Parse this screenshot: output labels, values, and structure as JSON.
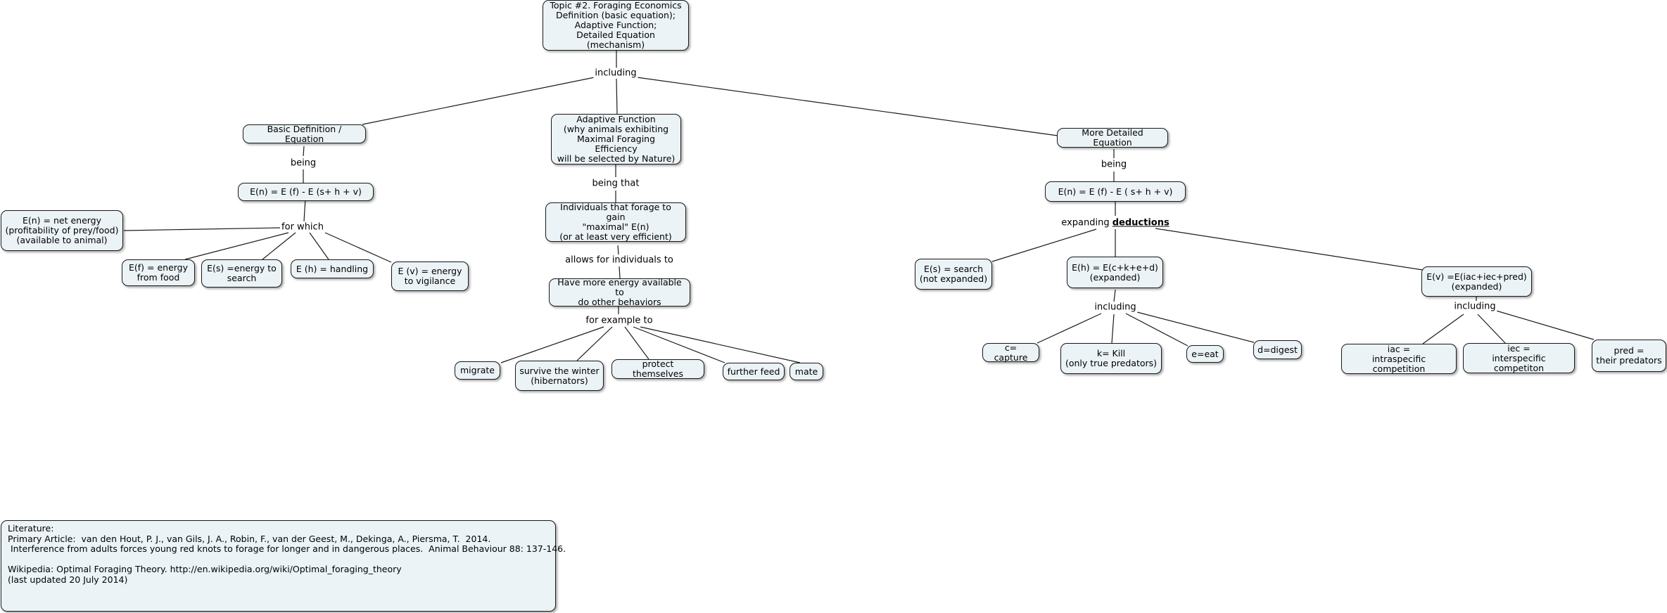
{
  "concept_map": {
    "title_node": "Topic #2. Foraging Economics\nDefinition (basic equation);\nAdaptive Function;\nDetailed Equation (mechanism)",
    "links": {
      "including_top": "including",
      "being_basic": "being",
      "for_which": "for which",
      "being_that": "being that",
      "allows_for": "allows for individuals to",
      "for_example_to": "for example to",
      "being_detailed": "being",
      "expanding_prefix": "expanding ",
      "expanding_bold": "deductions",
      "including_eh": "including",
      "including_ev": "including"
    },
    "nodes": {
      "basic_definition": "Basic Definition / Equation",
      "basic_equation": "E(n) = E (f) - E (s+ h + v)",
      "en_net_energy": "E(n) = net energy\n(profitability of prey/food)\n(available to animal)",
      "ef_energy_food": "E(f) = energy\nfrom food",
      "es_energy_search": "E(s) =energy to\nsearch",
      "eh_handling": "E (h) = handling",
      "ev_vigilance": "E (v) = energy\nto vigilance",
      "adaptive_function": "Adaptive Function\n(why animals exhibiting\nMaximal Foraging Efficiency\nwill be selected by Nature)",
      "individuals_forage": "Individuals that forage to gain\n\"maximal\" E(n)\n(or at least very efficient)",
      "more_energy": "Have more energy available to\ndo other behaviors",
      "migrate": "migrate",
      "survive_winter": "survive the winter\n(hibernators)",
      "protect_themselves": "protect themselves",
      "further_feed": "further feed",
      "mate": "mate",
      "more_detailed": "More Detailed Equation",
      "detailed_equation": "E(n) = E (f) - E ( s+ h + v)",
      "es_search": "E(s) = search\n(not expanded)",
      "eh_expanded": "E(h) = E(c+k+e+d)\n(expanded)",
      "ev_expanded": "E(v) =E(iac+iec+pred)\n(expanded)",
      "c_capture": "c= capture",
      "k_kill": "k= Kill\n(only true predators)",
      "e_eat": "e=eat",
      "d_digest": "d=digest",
      "iac": "iac =\nintraspecific competition",
      "iec": "iec =\ninterspecific competiton",
      "pred": "pred =\ntheir predators"
    },
    "literature": {
      "line1": "Literature:",
      "line2": "Primary Article:  van den Hout, P. J., van Gils, J. A., Robin, F., van der Geest, M., Dekinga, A., Piersma, T.  2014.",
      "line3": " Interference from adults forces young red knots to forage for longer and in dangerous places.  Animal Behaviour 88: 137-146.",
      "line4": "",
      "line5": "Wikipedia: Optimal Foraging Theory. http://en.wikipedia.org/wiki/Optimal_foraging_theory",
      "line6": "(last updated 20 July 2014)"
    }
  }
}
